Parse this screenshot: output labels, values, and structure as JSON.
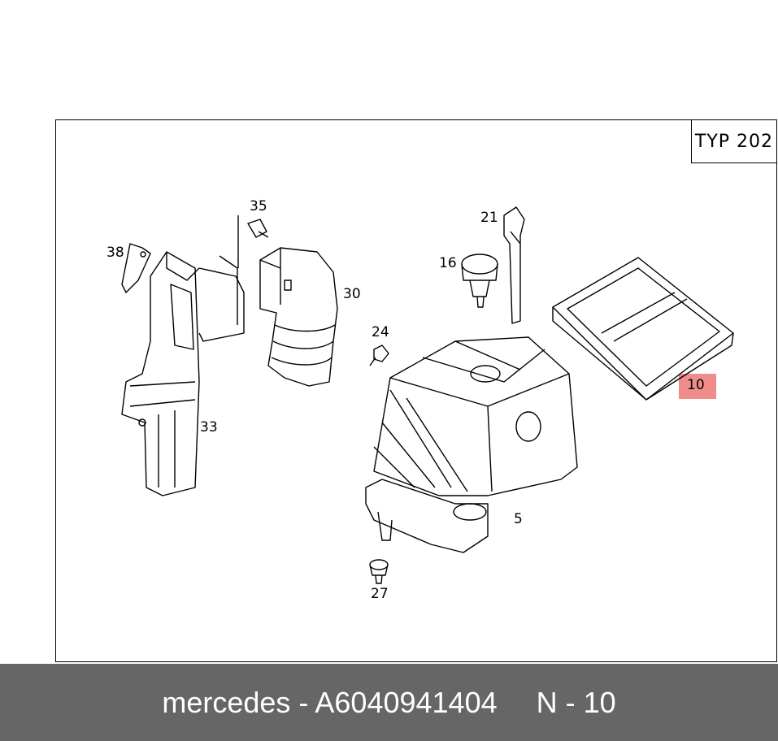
{
  "diagram": {
    "type_label": "TYP 202",
    "highlighted_part": "10",
    "callouts": {
      "c38": "38",
      "c35": "35",
      "c30": "30",
      "c21": "21",
      "c16": "16",
      "c24": "24",
      "c33": "33",
      "c5": "5",
      "c27": "27",
      "c10": "10"
    }
  },
  "footer": {
    "brand_part": "mercedes - A6040941404",
    "position": "N - 10"
  },
  "colors": {
    "footer_bg": "#666666",
    "highlight": "#f08080",
    "line": "#000000"
  }
}
